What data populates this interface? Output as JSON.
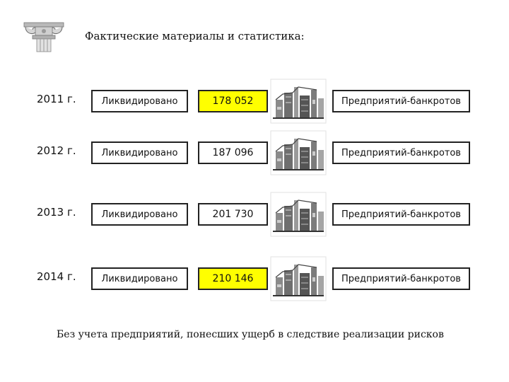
{
  "header": {
    "title": "Фактические материалы и статистика:"
  },
  "rows": [
    {
      "year": "2011 г.",
      "liquidated_label": "Ликвидировано",
      "count": "178 052",
      "count_bg": "#ffff00",
      "entity_label": "Предприятий-банкротов"
    },
    {
      "year": "2012 г.",
      "liquidated_label": "Ликвидировано",
      "count": "187 096",
      "count_bg": "#ffffff",
      "entity_label": "Предприятий-банкротов"
    },
    {
      "year": "2013 г.",
      "liquidated_label": "Ликвидировано",
      "count": "201 730",
      "count_bg": "#ffffff",
      "entity_label": "Предприятий-банкротов"
    },
    {
      "year": "2014 г.",
      "liquidated_label": "Ликвидировано",
      "count": "210 146",
      "count_bg": "#ffff00",
      "entity_label": "Предприятий-банкротов"
    }
  ],
  "footer": {
    "note": "Без учета предприятий, понесших ущерб в следствие реализации рисков"
  },
  "icons": {
    "logo": "column-capital-icon",
    "plant": "factory-icon"
  }
}
